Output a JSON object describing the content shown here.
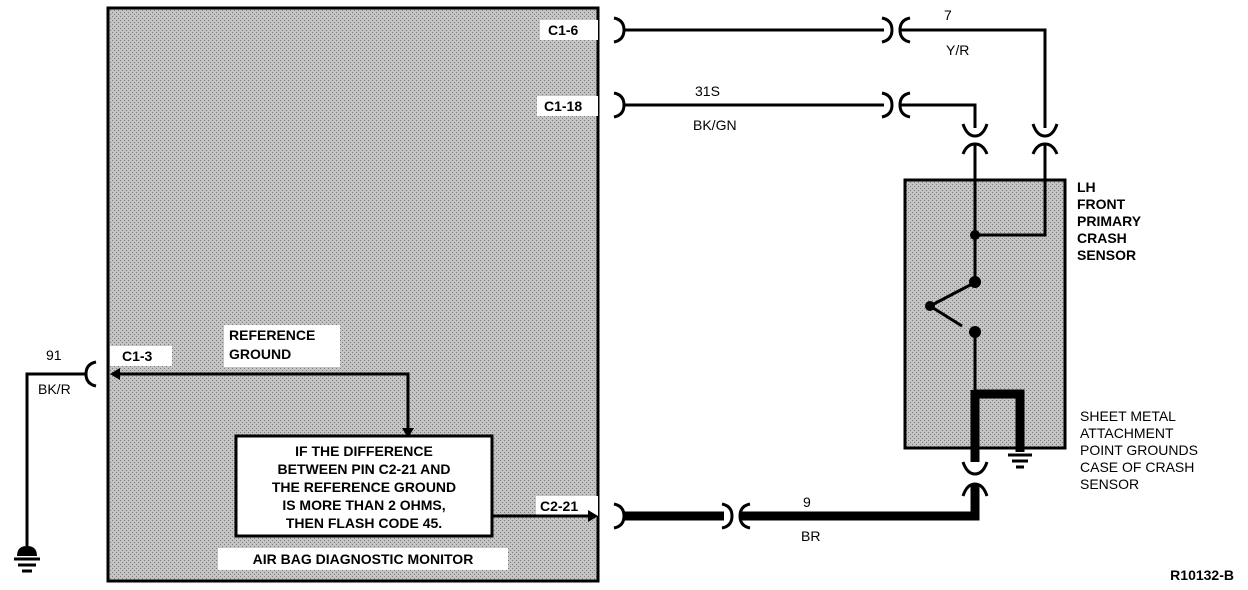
{
  "monitor": {
    "title": "AIR BAG DIAGNOSTIC MONITOR",
    "pins": {
      "c1_6": "C1-6",
      "c1_18": "C1-18",
      "c1_3": "C1-3",
      "c2_21": "C2-21"
    },
    "reference_ground_line1": "REFERENCE",
    "reference_ground_line2": "GROUND",
    "note_lines": [
      "IF THE DIFFERENCE",
      "BETWEEN PIN C2-21 AND",
      "THE REFERENCE GROUND",
      "IS MORE THAN 2 OHMS,",
      "THEN FLASH CODE 45."
    ]
  },
  "wires": {
    "yr": {
      "circuit": "7",
      "color": "Y/R"
    },
    "bkgn": {
      "circuit": "31S",
      "color": "BK/GN"
    },
    "bkr": {
      "circuit": "91",
      "color": "BK/R"
    },
    "br": {
      "circuit": "9",
      "color": "BR"
    }
  },
  "sensor": {
    "label_lines": [
      "LH",
      "FRONT",
      "PRIMARY",
      "CRASH",
      "SENSOR"
    ]
  },
  "ground_note": {
    "lines": [
      "SHEET METAL",
      "ATTACHMENT",
      "POINT GROUNDS",
      "CASE OF CRASH",
      "SENSOR"
    ]
  },
  "figure_id": "R10132-B",
  "colors": {
    "ink": "#000000",
    "fill_gray": "#b4b4b4",
    "background": "#ffffff"
  }
}
